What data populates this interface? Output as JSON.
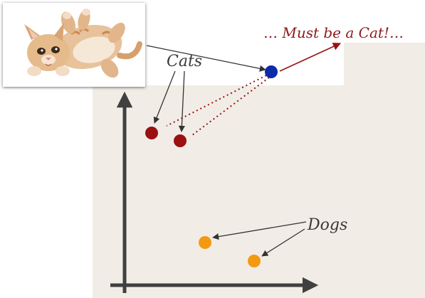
{
  "labels": {
    "cats": "Cats",
    "dogs": "Dogs",
    "conclusion": "… Must be a Cat!…"
  },
  "photo": {
    "subject": "kitten",
    "icon": "kitten-photo"
  },
  "colors": {
    "cat_point": "#9b1111",
    "new_point": "#0b2ba8",
    "dog_point": "#f39a10",
    "axis": "#404040",
    "conclusion_text": "#8b1a1a",
    "backdrop": "#f1ede6"
  }
}
